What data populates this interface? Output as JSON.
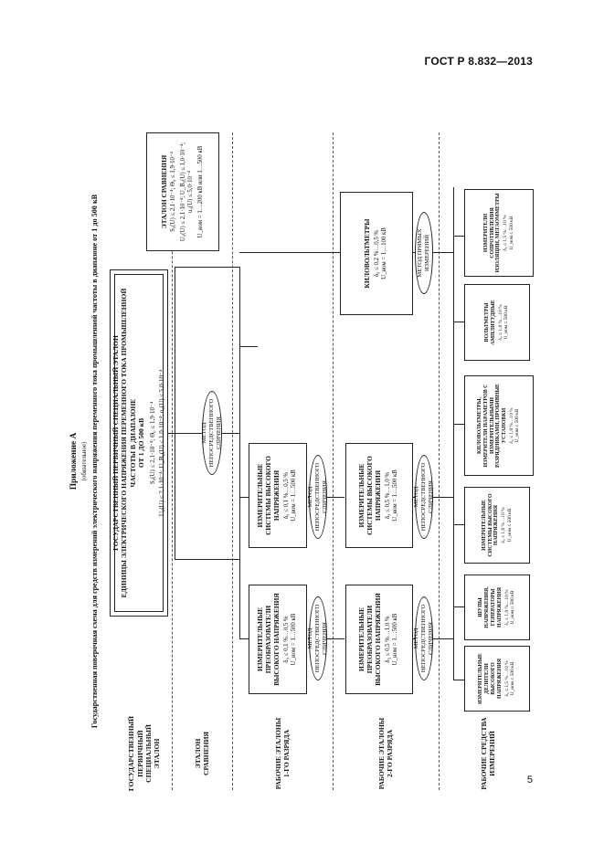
{
  "header": {
    "standard": "ГОСТ Р 8.832—2013",
    "page_number": "5"
  },
  "titles": {
    "appendix": "Приложение А",
    "mandatory": "(обязательное)",
    "scheme_title": "Государственная поверочная схема для средств измерений электрического напряжения переменного тока промышленной частоты в диапазоне от 1 до 500 кВ"
  },
  "rows": {
    "primary": "ГОСУДАРСТВЕННЫЙ ПЕРВИЧНЫЙ СПЕЦИАЛЬНЫЙ ЭТАЛОН",
    "comparison": "ЭТАЛОН СРАВНЕНИЯ",
    "rank1": "РАБОЧИЕ ЭТАЛОНЫ 1-ГО РАЗРЯДА",
    "rank2": "РАБОЧИЕ ЭТАЛОНЫ 2-ГО РАЗРЯДА",
    "working": "РАБОЧИЕ СРЕДСТВА ИЗМЕРЕНИЙ"
  },
  "primary_standard": {
    "title": "ГОСУДАРСТВЕННЫЙ ПЕРВИЧНЫЙ СПЕЦИАЛЬНЫЙ ЭТАЛОН\nЕДИНИЦЫ ЭЛЕКТРИЧЕСКОГО НАПРЯЖЕНИЯ ПЕРЕМЕННОГО ТОКА ПРОМЫШЛЕННОЙ ЧАСТОТЫ В ДИАПАЗОНЕ\nОТ 1 ДО 500 кВ",
    "spec1": "S₀(U) ≤ 2,1·10⁻⁴; Θ₀ ≤ 1,9·10⁻⁴",
    "spec2": "U₀(U) ≤ 2,1·10⁻⁴; U_B₀(U) ≤ 1,0·10⁻⁴; u₀(U) ≤ 5,0·10⁻⁴"
  },
  "comparison_standard": {
    "title": "ЭТАЛОН СРАВНЕНИЯ",
    "spec1": "S₀(U) ≤ 2,1·10⁻⁴; Θ₀ ≤ 1,9·10⁻⁴",
    "spec2": "U₀(U) ≤ 2,1·10⁻⁴; U_B₀(U) ≤ 1,0·10⁻⁴; u₀(U) ≤ 5,0·10⁻⁴",
    "spec3": "U_ном = 1…200 кВ или 1…500 кВ"
  },
  "methods": {
    "direct_comparison": "МЕТОД НЕПОСРЕДСТВЕННОГО СЛИЧЕНИЯ",
    "direct_measurement": "МЕТОД ПРЯМЫХ ИЗМЕРЕНИЙ"
  },
  "rank1_boxes": [
    {
      "title": "ИЗМЕРИТЕЛЬНЫЕ ПРЕОБРАЗОВАТЕЛИ ВЫСОКОГО НАПРЯЖЕНИЯ",
      "spec": "δ₀ ≤ 0,1 %…0,5 %\nU_ном = 1…500 кВ"
    },
    {
      "title": "ИЗМЕРИТЕЛЬНЫЕ СИСТЕМЫ ВЫСОКОГО НАПРЯЖЕНИЯ",
      "spec": "δ₀ ≤ 0,1 %…0,5 %\nU_ном = 1…500 кВ"
    }
  ],
  "rank2_boxes": [
    {
      "title": "ИЗМЕРИТЕЛЬНЫЕ ПРЕОБРАЗОВАТЕЛИ ВЫСОКОГО НАПРЯЖЕНИЯ",
      "spec": "δ₀ ≤ 0,5 %…1,0 %\nU_ном = 1…500 кВ"
    },
    {
      "title": "ИЗМЕРИТЕЛЬНЫЕ СИСТЕМЫ ВЫСОКОГО НАПРЯЖЕНИЯ",
      "spec": "δ₀ ≤ 0,5 %…1,0 %\nU_ном = 1…500 кВ"
    },
    {
      "title": "КИЛОВОЛЬТМЕТРЫ",
      "spec": "δ₀ ≤ 0,2 %…0,5 %\nU_ном = 1…100 кВ"
    }
  ],
  "working_boxes": [
    {
      "title": "ИЗМЕРИТЕЛЬНЫЕ ДЕЛИТЕЛИ ВЫСОКОГО НАПРЯЖЕНИЯ",
      "spec": "δ₀ ≤ 1,5 %…10 %\nU_ном ≤ 500 кВ"
    },
    {
      "title": "ШУПЫ НАПРЯЖЕНИЯ, ГЕНЕРАТОРЫ НАПРЯЖЕНИЯ",
      "spec": "δ₀ ≤ 1,0 %…10 %\nU_ном ≤ 500 кВ"
    },
    {
      "title": "ИЗМЕРИТЕЛЬНЫЕ СИСТЕМЫ ВЫСОКОГО НАПРЯЖЕНИЯ",
      "spec": "δ₀ ≤ 1,0 %…10 %\nU_ном ≤ 500 кВ"
    },
    {
      "title": "КИЛОВОЛЬТМЕТРЫ, ИЗМЕРИТЕЛИ ПАРАМЕТРОВ С ИЗМЕРИТЕЛЬНЫМИ РАЗРЯДНИКАМИ, ПРОБИВНЫЕ УСТАНОВКИ",
      "spec": "δ₀ ≤ 1,0 %…10 %\nU_ном ≤ 500 кВ"
    },
    {
      "title": "ВОЛЬТМЕТРЫ АМПЛИТУДНЫЕ",
      "spec": "δ₀ ≤ 1,0 %…10 %\nU_ном ≤ 500 кВ"
    },
    {
      "title": "ИЗМЕРИТЕЛИ СОПРОТИВЛЕНИЯ ИЗОЛЯЦИИ, МЕГАОММЕТРЫ",
      "spec": "δ₀ ≤ 1,5 %…10 %\nU_ном ≤ 500 кВ"
    }
  ]
}
